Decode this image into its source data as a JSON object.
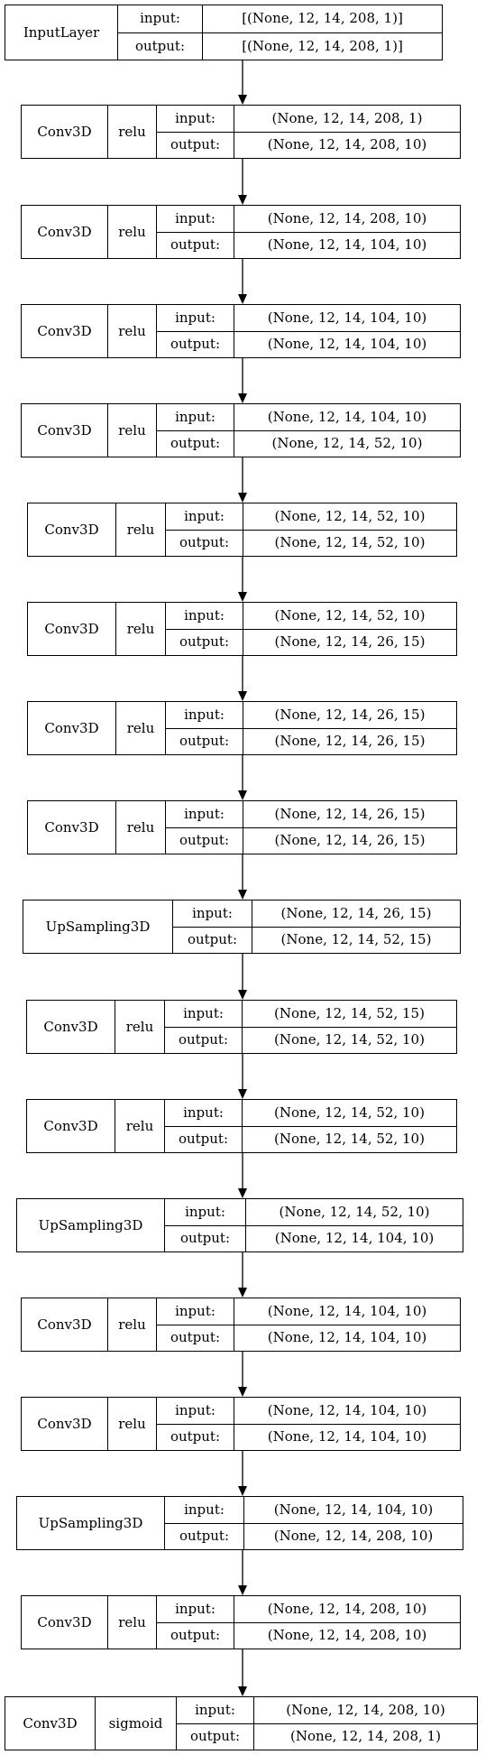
{
  "layers": [
    {
      "type": "InputLayer",
      "activation": "",
      "input": "[(None, 12, 14, 208, 1)]",
      "output": "[(None, 12, 14, 208, 1)]"
    },
    {
      "type": "Conv3D",
      "activation": "relu",
      "input": "(None, 12, 14, 208, 1)",
      "output": "(None, 12, 14, 208, 10)"
    },
    {
      "type": "Conv3D",
      "activation": "relu",
      "input": "(None, 12, 14, 208, 10)",
      "output": "(None, 12, 14, 104, 10)"
    },
    {
      "type": "Conv3D",
      "activation": "relu",
      "input": "(None, 12, 14, 104, 10)",
      "output": "(None, 12, 14, 104, 10)"
    },
    {
      "type": "Conv3D",
      "activation": "relu",
      "input": "(None, 12, 14, 104, 10)",
      "output": "(None, 12, 14, 52, 10)"
    },
    {
      "type": "Conv3D",
      "activation": "relu",
      "input": "(None, 12, 14, 52, 10)",
      "output": "(None, 12, 14, 52, 10)"
    },
    {
      "type": "Conv3D",
      "activation": "relu",
      "input": "(None, 12, 14, 52, 10)",
      "output": "(None, 12, 14, 26, 15)"
    },
    {
      "type": "Conv3D",
      "activation": "relu",
      "input": "(None, 12, 14, 26, 15)",
      "output": "(None, 12, 14, 26, 15)"
    },
    {
      "type": "Conv3D",
      "activation": "relu",
      "input": "(None, 12, 14, 26, 15)",
      "output": "(None, 12, 14, 26, 15)"
    },
    {
      "type": "UpSampling3D",
      "activation": "",
      "input": "(None, 12, 14, 26, 15)",
      "output": "(None, 12, 14, 52, 15)"
    },
    {
      "type": "Conv3D",
      "activation": "relu",
      "input": "(None, 12, 14, 52, 15)",
      "output": "(None, 12, 14, 52, 10)"
    },
    {
      "type": "Conv3D",
      "activation": "relu",
      "input": "(None, 12, 14, 52, 10)",
      "output": "(None, 12, 14, 52, 10)"
    },
    {
      "type": "UpSampling3D",
      "activation": "",
      "input": "(None, 12, 14, 52, 10)",
      "output": "(None, 12, 14, 104, 10)"
    },
    {
      "type": "Conv3D",
      "activation": "relu",
      "input": "(None, 12, 14, 104, 10)",
      "output": "(None, 12, 14, 104, 10)"
    },
    {
      "type": "Conv3D",
      "activation": "relu",
      "input": "(None, 12, 14, 104, 10)",
      "output": "(None, 12, 14, 104, 10)"
    },
    {
      "type": "UpSampling3D",
      "activation": "",
      "input": "(None, 12, 14, 104, 10)",
      "output": "(None, 12, 14, 208, 10)"
    },
    {
      "type": "Conv3D",
      "activation": "relu",
      "input": "(None, 12, 14, 208, 10)",
      "output": "(None, 12, 14, 208, 10)"
    },
    {
      "type": "Conv3D",
      "activation": "sigmoid",
      "input": "(None, 12, 14, 208, 10)",
      "output": "(None, 12, 14, 208, 1)"
    }
  ],
  "labels": {
    "input": "input:",
    "output": "output:"
  },
  "colors": {
    "stroke": "#000000",
    "fill": "#ffffff"
  }
}
